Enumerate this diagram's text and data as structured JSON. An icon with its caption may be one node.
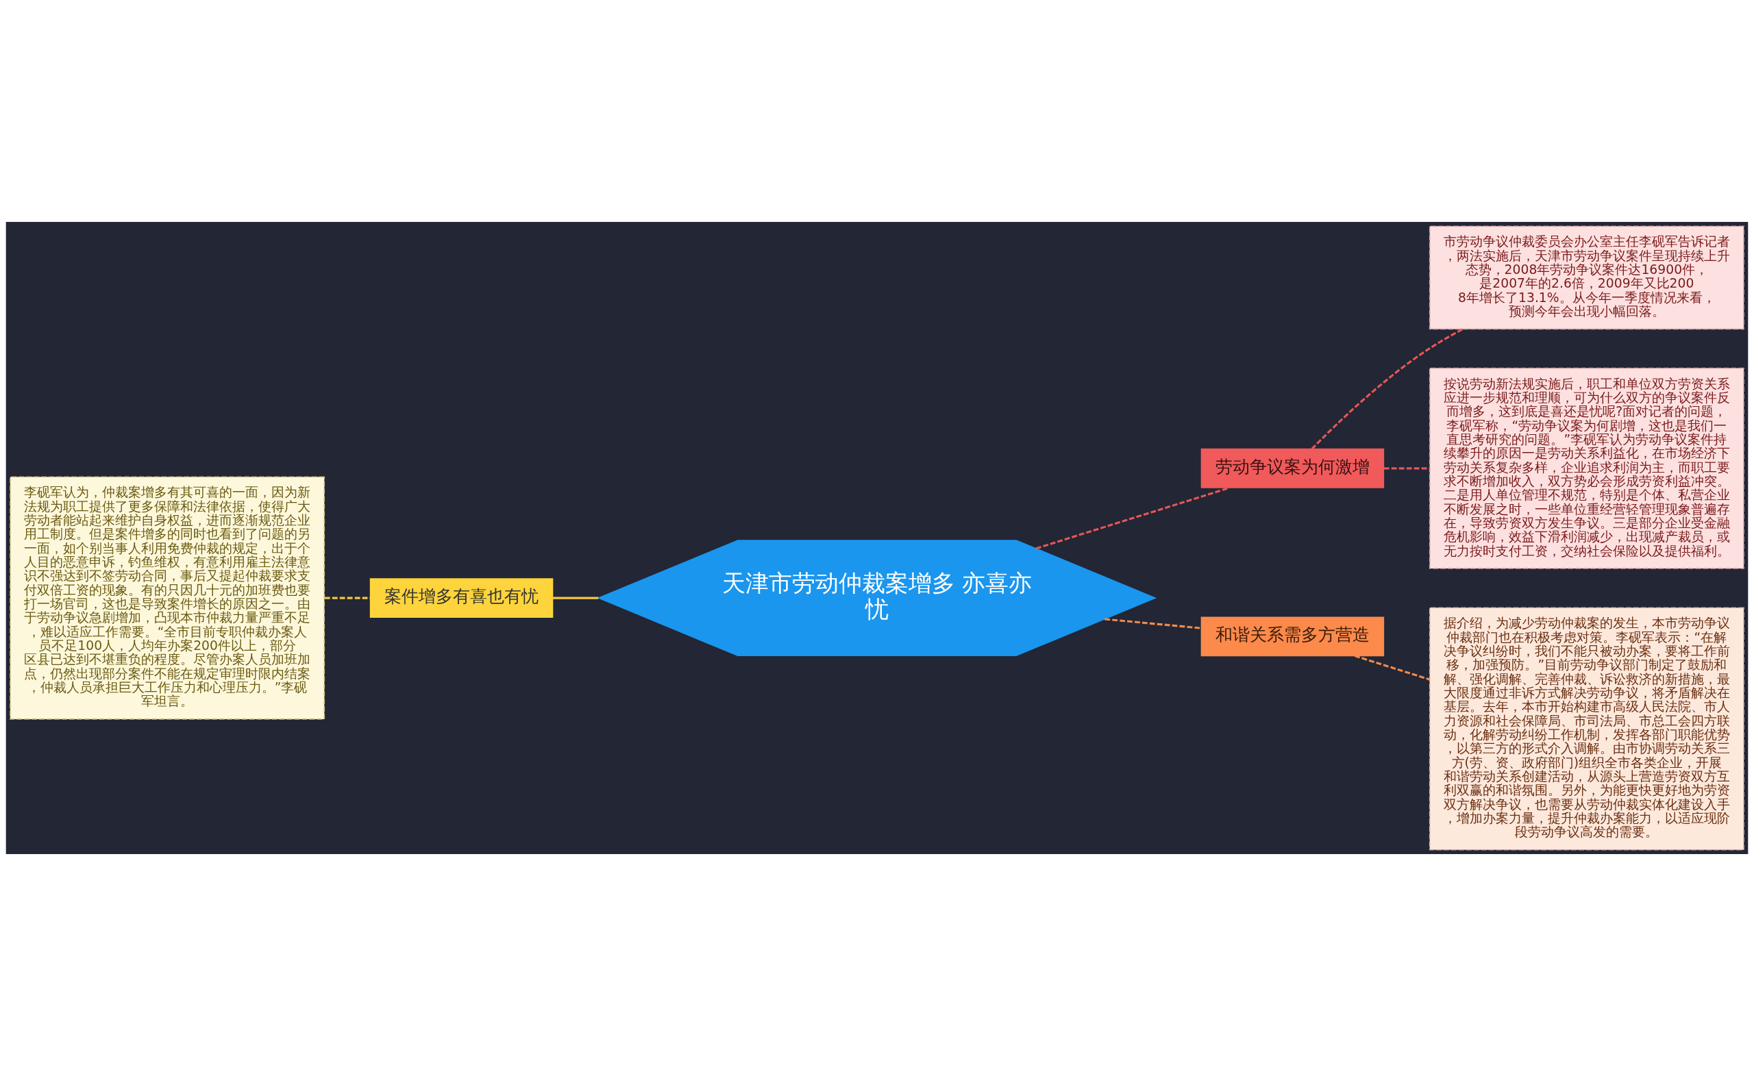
{
  "diagram": {
    "nodes": [
      {
        "text": [
          "天津市劳动仲裁案增多 亦喜亦忧"
        ]
      },
      {
        "text": [
          "案件增多有喜也有忧"
        ]
      },
      {
        "text": [
          "李砚军认为，仲裁案增多有其可喜的一面，因为新法规为职工提供了更多保障和法律依据，使得广大劳动者能站起来维护自身权益，进而逐渐规范企业用工制度。但是案件增多的同时也看到了问题的另一面，如个别当事人利用免费仲裁的规定，出于个人目的恶意申诉，钓鱼维权，有意利用雇主法律意识不强达到不签劳动合同，事后又提起仲裁要求支付双倍工资的现象。有的只因几十元的加班费也要打一场官司，这也是导致案件增长的原因之一。由于劳动争议急剧增加，凸现本市仲裁力量严重不足，难以适应工作需要。“全市目前专职仲裁办案人员不足100人，人均年办案200件以上，部分区县已达到不堪重负的程度。尽管办案人员加班加点，仍然出现部分案件不能在规定审理时限内结案，仲裁人员承担巨大工作压力和心理压力。”李砚军坦言。"
        ]
      },
      {
        "text": [
          "劳动争议案为何激增"
        ]
      },
      {
        "text": [
          "市劳动争议仲裁委员会办公室主任李砚军告诉记者，两法实施后，天津市劳动争议案件呈现持续上升态势，2008年劳动争议案件达16900件，是2007年的2.6倍，2009年又比2008年增长了13.1%。从今年一季度情况来看，预测今年会出现小幅回落。"
        ]
      },
      {
        "text": [
          "按说劳动新法规实施后，职工和单位双方劳资关系应进一步规范和理顺，可为什么双方的争议案件反而增多，这到底是喜还是忧呢?面对记者的问题，李砚军称，“劳动争议案为何剧增，这也是我们一直思考研究的问题。”李砚军认为劳动争议案件持续攀升的原因一是劳动关系利益化，在市场经济下劳动关系复杂多样，企业追求利润为主，而职工要求不断增加收入，双方势必会形成劳资利益冲突。二是用人单位管理不规范，特别是个体、私营企业不断发展之时，一些单位重经营轻管理现象普遍存在，导致劳资双方发生争议。三是部分企业受金融危机影响，效益下滑利润减少，出现减产裁员，或无力按时支付工资，交纳社会保险以及提供福利。"
        ]
      },
      {
        "text": [
          "和谐关系需多方营造"
        ]
      },
      {
        "text": [
          "据介绍，为减少劳动仲裁案的发生，本市劳动争议仲裁部门也在积极考虑对策。李砚军表示：“在解决争议纠纷时，我们不能只被动办案，要将工作前移，加强预防。”目前劳动争议部门制定了鼓励和解、强化调解、完善仲裁、诉讼救济的新措施，最大限度通过非诉方式解决劳动争议，将矛盾解决在基层。去年，本市开始构建市高级人民法院、市人力资源和社会保障局、市司法局、市总工会四方联动，化解劳动纠纷工作机制，发挥各部门职能优势，以第三方的形式介入调解。由市协调劳动关系三方(劳、资、政府部门)组织全市各类企业，开展和谐劳动关系创建活动，从源头上营造劳资双方互利双赢的和谐氛围。另外，为能更快更好地为劳资双方解决争议，也需要从劳动仲裁实体化建设入手，增加办案力量，提升仲裁办案能力，以适应现阶段劳动争议高发的需要。"
        ]
      }
    ],
    "edges": [
      {
        "from": 0,
        "to": 1,
        "arrow": "none",
        "color": "#f5c842"
      },
      {
        "from": 1,
        "to": 2,
        "arrow": "none",
        "style": "dashed",
        "color": "#f5c842"
      },
      {
        "from": 0,
        "to": 3,
        "arrow": "none",
        "style": "dashed",
        "color": "#e85656"
      },
      {
        "from": 3,
        "to": 4,
        "arrow": "none",
        "style": "dashed",
        "color": "#e85656"
      },
      {
        "from": 3,
        "to": 5,
        "arrow": "none",
        "style": "dashed",
        "color": "#e85656"
      },
      {
        "from": 0,
        "to": 6,
        "arrow": "none",
        "style": "dashed",
        "color": "#f08a4b"
      },
      {
        "from": 6,
        "to": 7,
        "arrow": "none",
        "style": "dashed",
        "color": "#f08a4b"
      }
    ]
  }
}
